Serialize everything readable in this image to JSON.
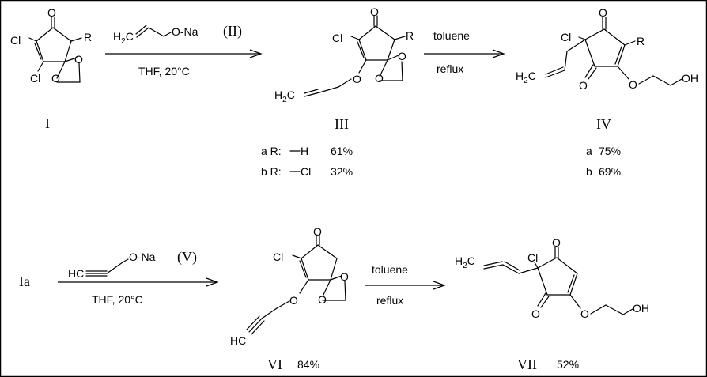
{
  "reaction1": {
    "reagent": "O-Na",
    "reagent_id": "(II)",
    "conditions": "THF,   20°C",
    "step2_top": "toluene",
    "step2_bottom": "reflux",
    "compound_I": "I",
    "compound_III": "III",
    "compound_IV": "IV",
    "yields_III": [
      {
        "label": "a R:",
        "group": "H",
        "yield": "61%"
      },
      {
        "label": "b R:",
        "group": "Cl",
        "yield": "32%"
      }
    ],
    "yields_IV": [
      {
        "label": "a",
        "yield": "75%"
      },
      {
        "label": "b",
        "yield": "69%"
      }
    ]
  },
  "reaction2": {
    "start": "Ia",
    "reagent": "O-Na",
    "reagent_id": "(V)",
    "conditions": "THF,   20°C",
    "step2_top": "toluene",
    "step2_bottom": "reflux",
    "compound_VI": "VI",
    "yield_VI": "84%",
    "compound_VII": "VII",
    "yield_VII": "52%"
  },
  "atoms": {
    "O": "O",
    "Cl": "Cl",
    "R": "R",
    "OH": "OH",
    "HC": "HC",
    "H2C_main": "H",
    "H2C_sub": "2",
    "H2C_end": "C"
  }
}
